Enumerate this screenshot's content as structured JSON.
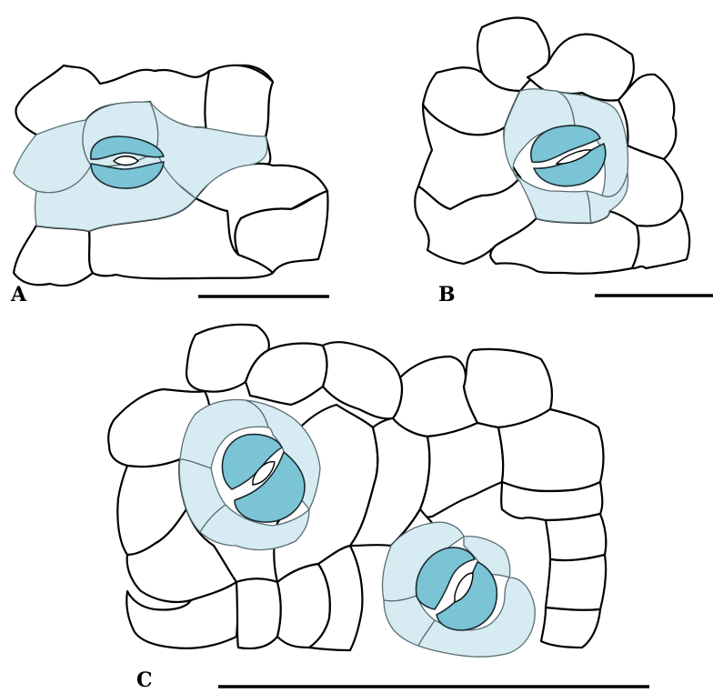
{
  "figure": {
    "panels": [
      {
        "id": "A",
        "label": "A"
      },
      {
        "id": "B",
        "label": "B"
      },
      {
        "id": "C",
        "label": "C"
      }
    ],
    "colors": {
      "epidermal_cell_fill": "#ffffff",
      "cell_wall_stroke": "#000000",
      "subsidiary_cell_fill": "#d6ebf2",
      "guard_cell_fill": "#7ac4d5"
    },
    "icons": [
      "stoma",
      "guard-cell",
      "subsidiary-cell",
      "epidermal-cell",
      "scale-bar"
    ]
  }
}
